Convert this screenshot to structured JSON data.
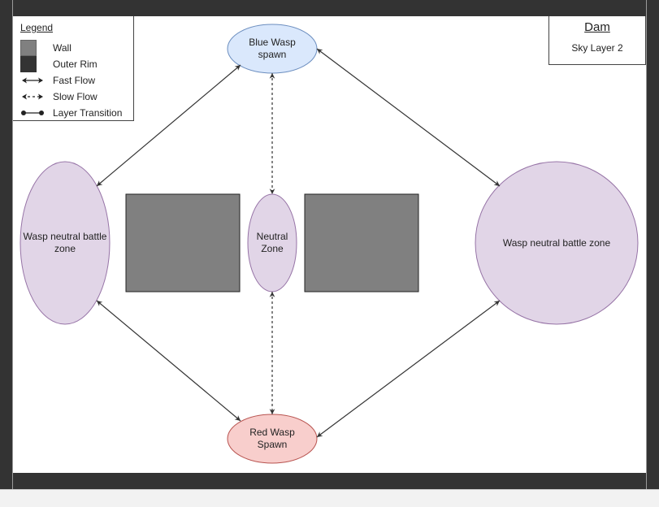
{
  "legend": {
    "title": "Legend",
    "items": [
      {
        "label": "Wall",
        "color": "#808080"
      },
      {
        "label": "Outer Rim",
        "color": "#333333"
      },
      {
        "label": "Fast Flow"
      },
      {
        "label": "Slow Flow"
      },
      {
        "label": "Layer Transition"
      }
    ]
  },
  "title_box": {
    "title": "Dam",
    "subtitle": "Sky Layer 2"
  },
  "zones": {
    "blue_spawn": {
      "label": "Blue Wasp spawn",
      "fill": "#dae8fc",
      "stroke": "#6c8ebf"
    },
    "red_spawn": {
      "label": "Red Wasp Spawn",
      "fill": "#f8cecc",
      "stroke": "#b85450"
    },
    "neutral": {
      "label": "Neutral Zone",
      "fill": "#e1d5e7",
      "stroke": "#9673a6"
    },
    "left_battle": {
      "label": "Wasp neutral battle zone",
      "fill": "#e1d5e7",
      "stroke": "#9673a6"
    },
    "right_battle": {
      "label": "Wasp neutral battle zone",
      "fill": "#e1d5e7",
      "stroke": "#9673a6"
    }
  },
  "colors": {
    "wall": "#808080",
    "outer_rim": "#333333",
    "flow": "#333333"
  }
}
